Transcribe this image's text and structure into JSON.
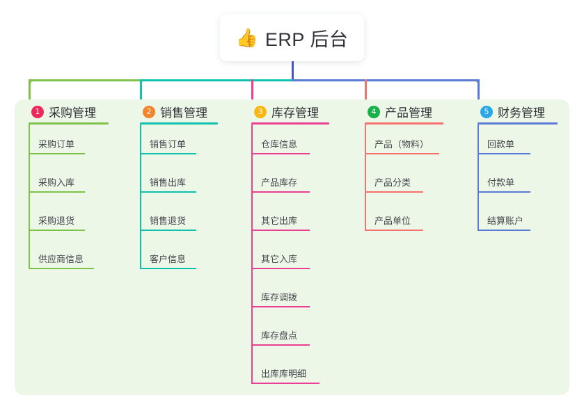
{
  "root": {
    "icon": "thumbs-up-icon",
    "icon_glyph": "👍",
    "title": "ERP 后台"
  },
  "palette": {
    "panel_bg": "#edf7e8",
    "page_bg": "#ffffff",
    "stem": "#4a55c4",
    "branch_green": "#7fc24a",
    "branch_teal": "#0fc2ae",
    "branch_pink": "#ec3f91",
    "branch_red": "#f4716e",
    "branch_blue": "#5b79d6",
    "badge_1": "#ef2a5b",
    "badge_2": "#f5852c",
    "badge_3": "#f9b713",
    "badge_4": "#19b24a",
    "badge_5": "#29a7e8",
    "text_dark": "#32323a",
    "text_leaf": "#45454d"
  },
  "columns": [
    {
      "number": "1",
      "title": "采购管理",
      "badge_color": "#ef2a5b",
      "line_color": "#7fc24a",
      "underline_width": 115,
      "items": [
        {
          "label": "采购订单",
          "width": 81
        },
        {
          "label": "采购入库",
          "width": 81
        },
        {
          "label": "采购退货",
          "width": 81
        },
        {
          "label": "供应商信息",
          "width": 94
        }
      ]
    },
    {
      "number": "2",
      "title": "销售管理",
      "badge_color": "#f5852c",
      "line_color": "#0fc2ae",
      "underline_width": 112,
      "items": [
        {
          "label": "销售订单",
          "width": 81
        },
        {
          "label": "销售出库",
          "width": 81
        },
        {
          "label": "销售退货",
          "width": 81
        },
        {
          "label": "客户信息",
          "width": 81
        }
      ]
    },
    {
      "number": "3",
      "title": "库存管理",
      "badge_color": "#f9b713",
      "line_color": "#ec3f91",
      "underline_width": 112,
      "items": [
        {
          "label": "仓库信息",
          "width": 84
        },
        {
          "label": "产品库存",
          "width": 84
        },
        {
          "label": "其它出库",
          "width": 84
        },
        {
          "label": "其它入库",
          "width": 84
        },
        {
          "label": "库存调拨",
          "width": 84
        },
        {
          "label": "库存盘点",
          "width": 84
        },
        {
          "label": "出库库明细",
          "width": 98
        }
      ]
    },
    {
      "number": "4",
      "title": "产品管理",
      "badge_color": "#19b24a",
      "line_color": "#f4716e",
      "underline_width": 113,
      "items": [
        {
          "label": "产品（物料）",
          "width": 107
        },
        {
          "label": "产品分类",
          "width": 84
        },
        {
          "label": "产品单位",
          "width": 84
        }
      ]
    },
    {
      "number": "5",
      "title": "财务管理",
      "badge_color": "#29a7e8",
      "line_color": "#5b79d6",
      "underline_width": 115,
      "items": [
        {
          "label": "回款单",
          "width": 76
        },
        {
          "label": "付款单",
          "width": 76
        },
        {
          "label": "结算账户",
          "width": 76
        }
      ]
    }
  ]
}
